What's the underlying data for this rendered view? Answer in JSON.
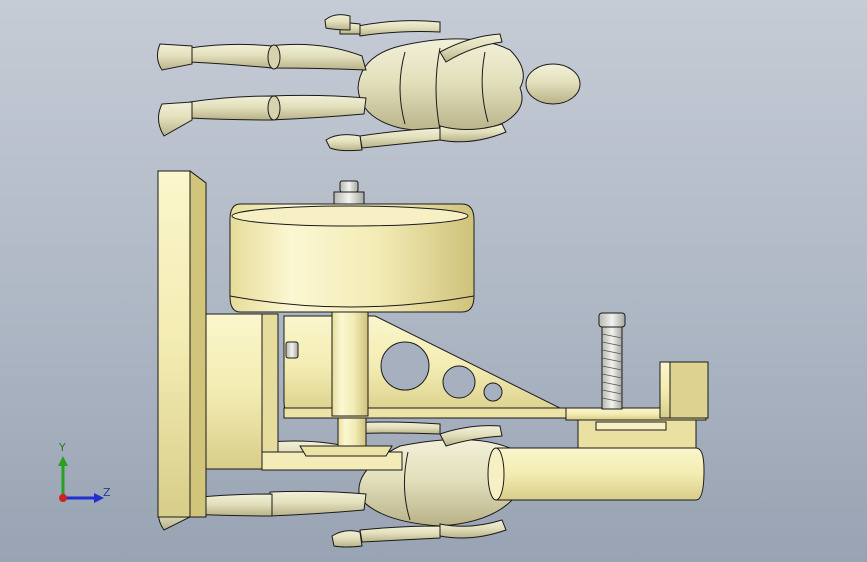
{
  "viewport": {
    "background_top": "#c6ccd6",
    "background_bottom": "#98a3b3"
  },
  "colors": {
    "mannequin_fill": "#e9e6c6",
    "mannequin_shade": "#c9c49c",
    "part_fill": "#f6f0b8",
    "part_shade": "#d9ce8a",
    "outline": "#1a1a1a",
    "bolt_fill": "#dcdcd6",
    "axis_y": "#28a020",
    "axis_z": "#1f2fd0",
    "axis_origin": "#d02020"
  },
  "scene": {
    "objects": [
      "mannequin-top-view",
      "wall-plate",
      "drum-roller",
      "triangular-bracket",
      "threaded-bolt",
      "clamp-block",
      "cylinder-housing",
      "mannequin-lying"
    ]
  },
  "triad": {
    "y_label": "Y",
    "z_label": "Z",
    "y_icon": "y-axis-arrow-icon",
    "z_icon": "z-axis-arrow-icon"
  }
}
